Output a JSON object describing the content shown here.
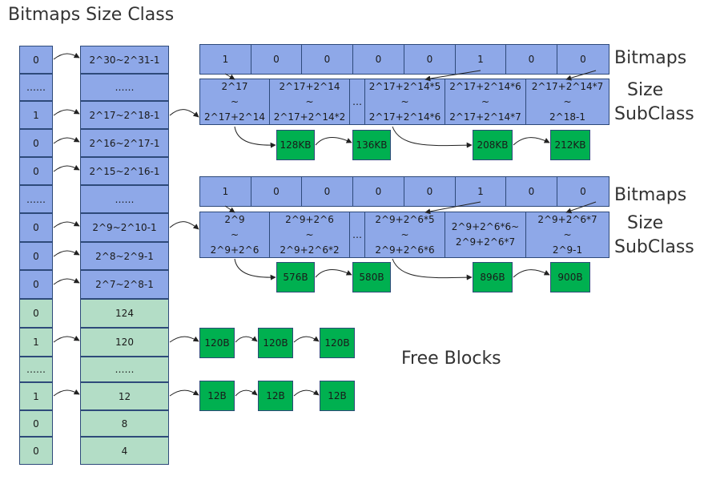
{
  "title": "Bitmaps Size Class",
  "left_bitmaps": [
    "0",
    "……",
    "1",
    "0",
    "0",
    "……",
    "0",
    "0",
    "0",
    "0",
    "1",
    "……",
    "1",
    "0",
    "0"
  ],
  "size_classes": [
    "2^30~2^31-1",
    "……",
    "2^17~2^18-1",
    "2^16~2^17-1",
    "2^15~2^16-1",
    "……",
    "2^9~2^10-1",
    "2^8~2^9-1",
    "2^7~2^8-1",
    "124",
    "120",
    "……",
    "12",
    "8",
    "4"
  ],
  "group1": {
    "bitmaps": [
      "1",
      "0",
      "0",
      "0",
      "0",
      "1",
      "0",
      "0"
    ],
    "bitmaps_label": "Bitmaps",
    "subclass_label_1": "Size",
    "subclass_label_2": "SubClass",
    "subclasses": [
      {
        "l1": "2^17",
        "l2": "~",
        "l3": "2^17+2^14"
      },
      {
        "l1": "2^17+2^14",
        "l2": "~",
        "l3": "2^17+2^14*2"
      },
      {
        "l1": "…",
        "l2": "",
        "l3": ""
      },
      {
        "l1": "2^17+2^14*5",
        "l2": "~",
        "l3": "2^17+2^14*6"
      },
      {
        "l1": "2^17+2^14*6",
        "l2": "~",
        "l3": "2^17+2^14*7"
      },
      {
        "l1": "2^17+2^14*7",
        "l2": "~",
        "l3": "2^18-1"
      }
    ],
    "blocks": [
      "128KB",
      "136KB",
      "208KB",
      "212KB"
    ]
  },
  "group2": {
    "bitmaps": [
      "1",
      "0",
      "0",
      "0",
      "0",
      "1",
      "0",
      "0"
    ],
    "bitmaps_label": "Bitmaps",
    "subclass_label_1": "Size",
    "subclass_label_2": "SubClass",
    "subclasses": [
      {
        "l1": "2^9",
        "l2": "~",
        "l3": "2^9+2^6"
      },
      {
        "l1": "2^9+2^6",
        "l2": "~",
        "l3": "2^9+2^6*2"
      },
      {
        "l1": "…",
        "l2": "",
        "l3": ""
      },
      {
        "l1": "2^9+2^6*5",
        "l2": "~",
        "l3": "2^9+2^6*6"
      },
      {
        "l1": "2^9+2^6*6~",
        "l2": "2^9+2^6*7",
        "l3": ""
      },
      {
        "l1": "2^9+2^6*7",
        "l2": "~",
        "l3": "2^9-1"
      }
    ],
    "blocks": [
      "576B",
      "580B",
      "896B",
      "900B"
    ]
  },
  "free_chain_1": [
    "120B",
    "120B",
    "120B"
  ],
  "free_chain_2": [
    "12B",
    "12B",
    "12B"
  ],
  "free_blocks_label": "Free Blocks",
  "colors": {
    "bitmap_blue": "#8ea8e8",
    "small_class_green": "#b3ddc6",
    "block_green": "#00b050",
    "border": "#2e4a7a"
  }
}
